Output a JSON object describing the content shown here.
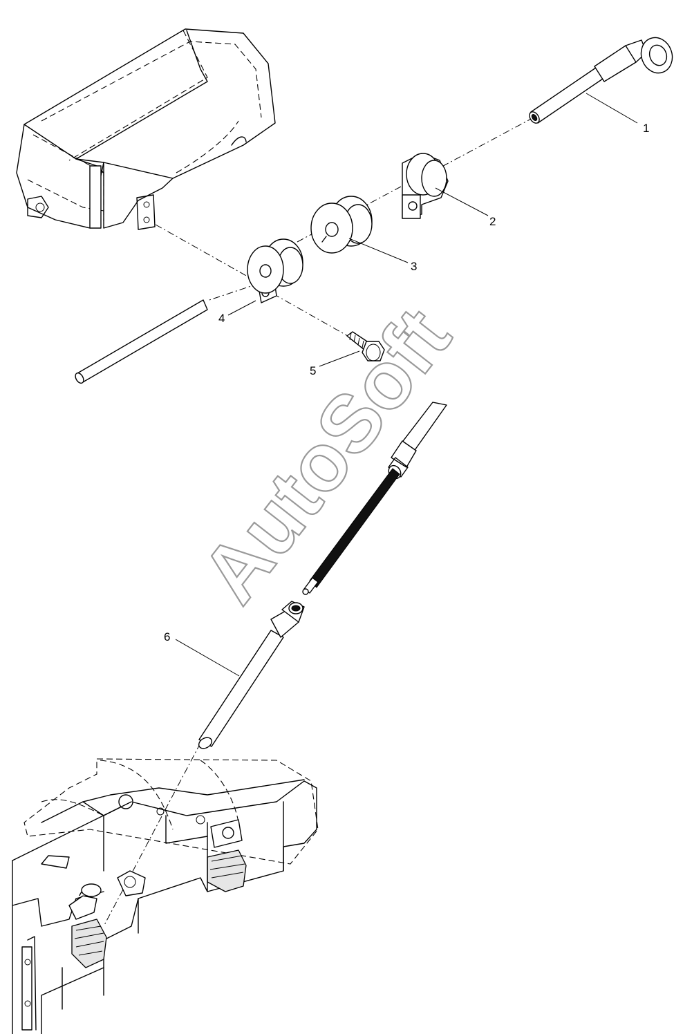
{
  "callouts": [
    {
      "label": "1"
    },
    {
      "label": "2"
    },
    {
      "label": "3"
    },
    {
      "label": "4"
    },
    {
      "label": "5"
    },
    {
      "label": "6"
    }
  ],
  "watermark": "AutoSoft"
}
